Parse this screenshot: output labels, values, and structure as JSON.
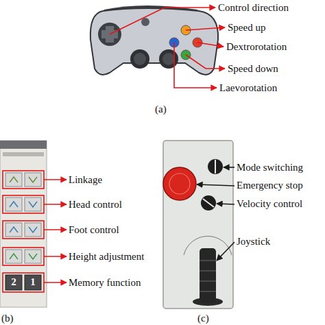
{
  "diagram": {
    "labels": [
      "Control direction",
      "Speed up",
      "Dextrorotation",
      "Speed down",
      "Laevorotation",
      "(a)",
      "Linkage",
      "Head control",
      "Foot control",
      "Height adjustment",
      "Memory function",
      "2",
      "1",
      "(b)",
      "Mode switching",
      "Emergency stop",
      "Velocity control",
      "Joystick",
      "(c)"
    ]
  }
}
